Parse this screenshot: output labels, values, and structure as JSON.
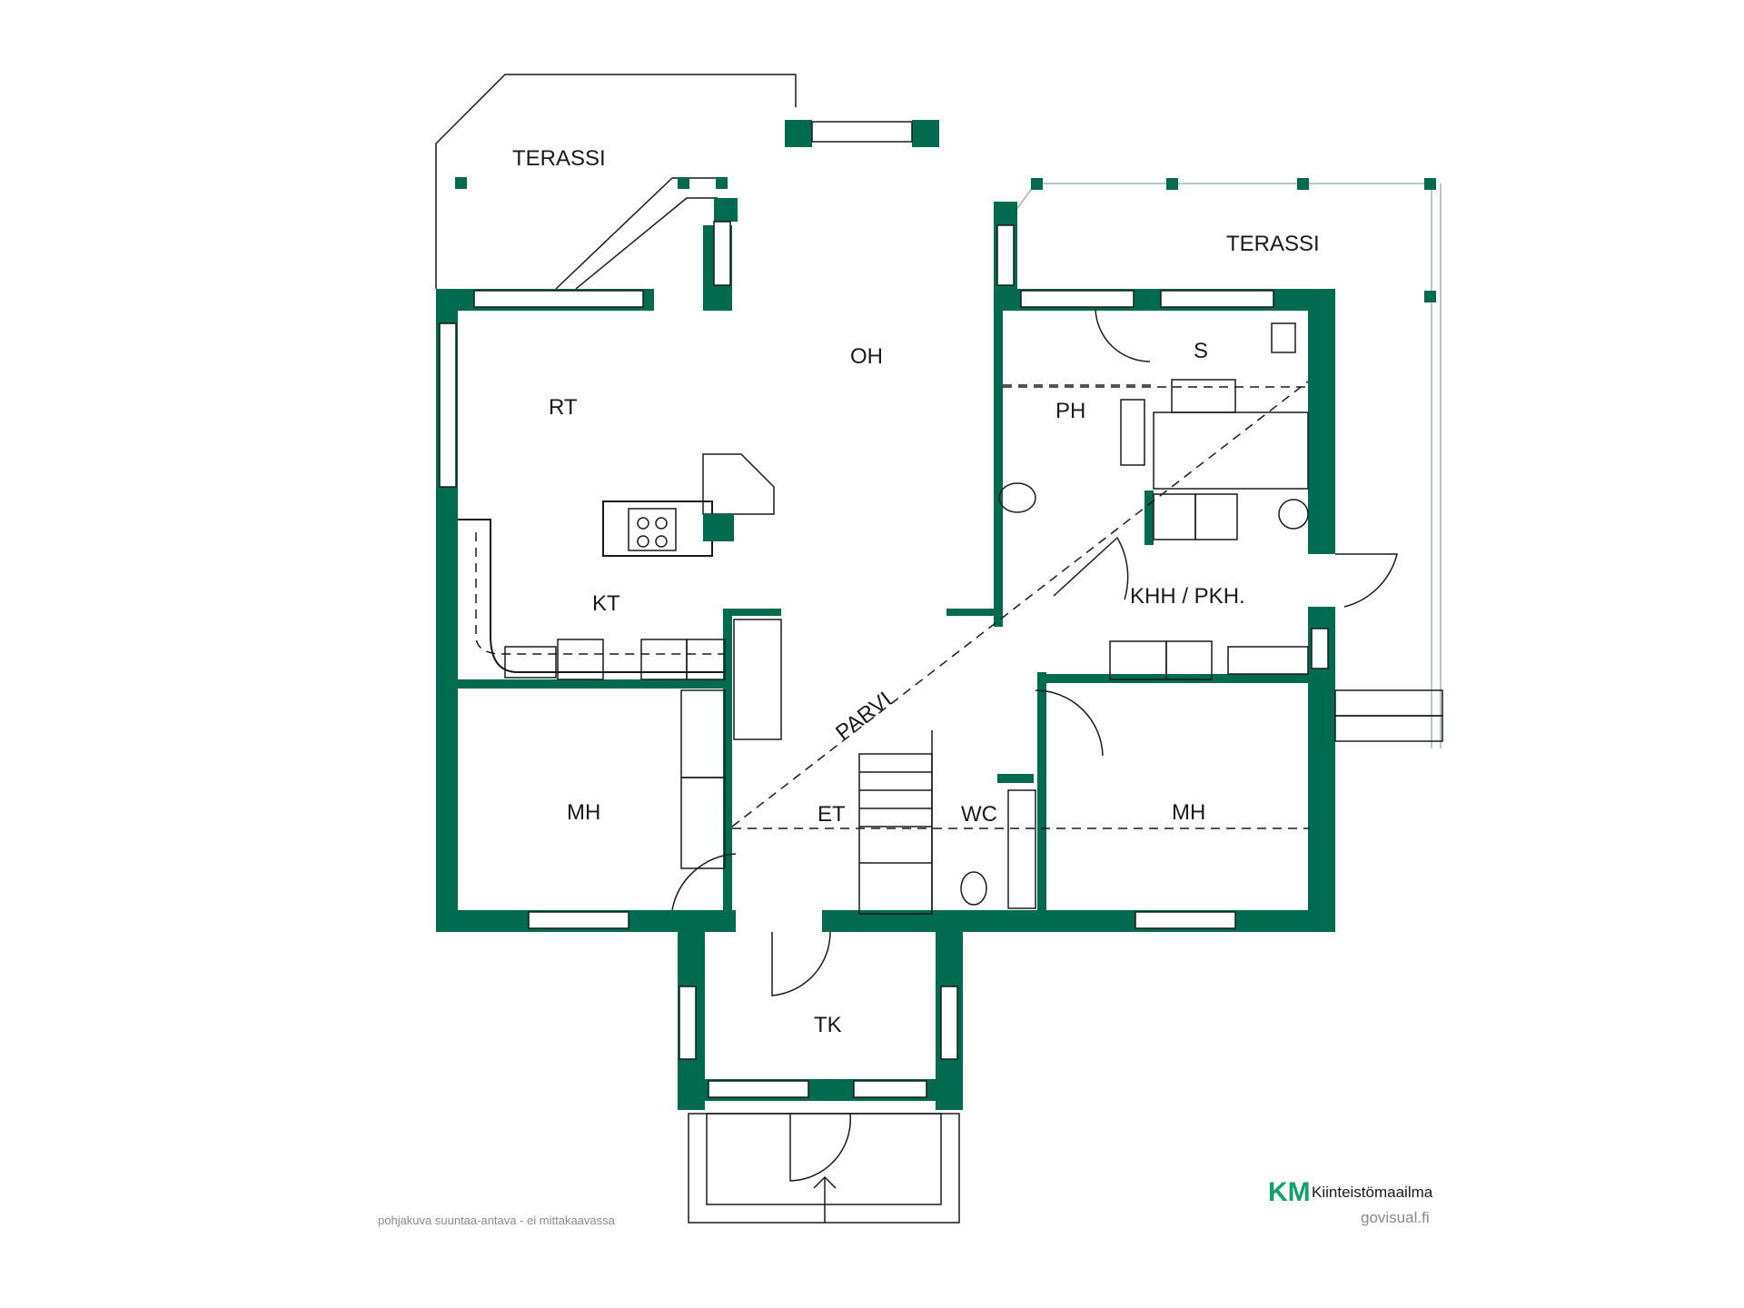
{
  "rooms": {
    "terassi_left": "TERASSI",
    "terassi_right": "TERASSI",
    "oh": "OH",
    "rt": "RT",
    "kt": "KT",
    "s": "S",
    "ph": "PH",
    "khh": "KHH / PKH.",
    "parvi": "PARVI",
    "mh_left": "MH",
    "mh_right": "MH",
    "et": "ET",
    "wc": "WC",
    "tk": "TK"
  },
  "footer": {
    "disclaimer": "pohjakuva suuntaa-antava - ei mittakaavassa",
    "logo_mark": "KM",
    "brand": "Kiinteistömaailma",
    "site": "govisual.fi"
  },
  "colors": {
    "wall": "#006b4f",
    "logo": "#0fa36e"
  }
}
